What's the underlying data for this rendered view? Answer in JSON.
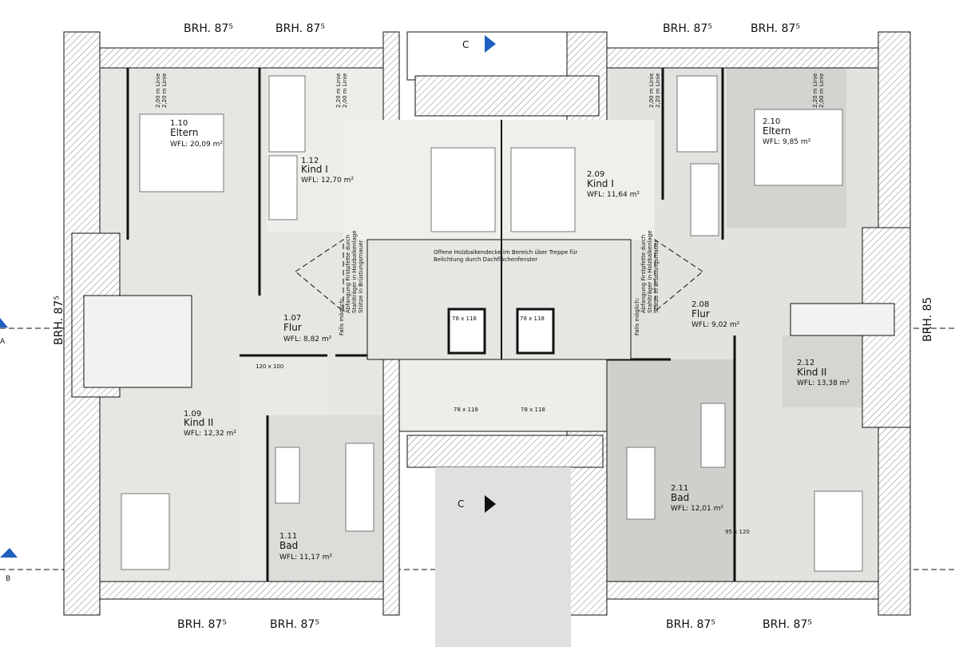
{
  "title_markers": {
    "brh_top": [
      "BRH. 87⁵",
      "BRH. 87⁵",
      "BRH. 87⁵",
      "BRH. 87⁵"
    ],
    "brh_bottom": [
      "BRH. 87⁵",
      "BRH. 87⁵",
      "BRH. 87⁵",
      "BRH. 87⁵"
    ],
    "brh_left": "BRH. 87⁵",
    "brh_right": "BRH. 85"
  },
  "section_markers": {
    "c_top": "C",
    "c_bottom": "C",
    "a": "A",
    "b": "B"
  },
  "rooms": [
    {
      "number": "1.10",
      "name": "Eltern",
      "wfl": "WFL: 20,09 m²"
    },
    {
      "number": "1.12",
      "name": "Kind I",
      "wfl": "WFL: 12,70 m²"
    },
    {
      "number": "1.07",
      "name": "Flur",
      "wfl": "WFL: 8,82 m²"
    },
    {
      "number": "1.09",
      "name": "Kind II",
      "wfl": "WFL: 12,32 m²"
    },
    {
      "number": "1.11",
      "name": "Bad",
      "wfl": "WFL: 11,17 m²"
    },
    {
      "number": "2.09",
      "name": "Kind I",
      "wfl": "WFL: 11,64 m²"
    },
    {
      "number": "2.10",
      "name": "Eltern",
      "wfl": "WFL: 9,85 m²"
    },
    {
      "number": "2.08",
      "name": "Flur",
      "wfl": "WFL: 9,02 m²"
    },
    {
      "number": "2.12",
      "name": "Kind II",
      "wfl": "WFL: 13,38 m²"
    },
    {
      "number": "2.11",
      "name": "Bad",
      "wfl": "WFL: 12,01 m²"
    }
  ],
  "windows": [
    "78 x 118",
    "78 x 118",
    "78 x 118",
    "78 x 118",
    "120 x 100",
    "95 x 120"
  ],
  "notes": {
    "stair_line1": "Offene Holzbalkendecke im Bereich über Treppe für",
    "stair_line2": "Belichtung durch Dachflächenfenster",
    "falls_1": "Falls möglich:",
    "falls_2": "Abfangung Firstpfette durch",
    "falls_3": "Stahlträger in Holzbalkenlage",
    "falls_4": "Stütze in Brüstungsmauer",
    "line_200": "2,00 m Linie",
    "line_220": "2,20 m Linie"
  },
  "colors": {
    "room_gray": "#e6e6e3",
    "dark_gray": "#cfcecb",
    "marker_blue": "#1f5fbf"
  }
}
